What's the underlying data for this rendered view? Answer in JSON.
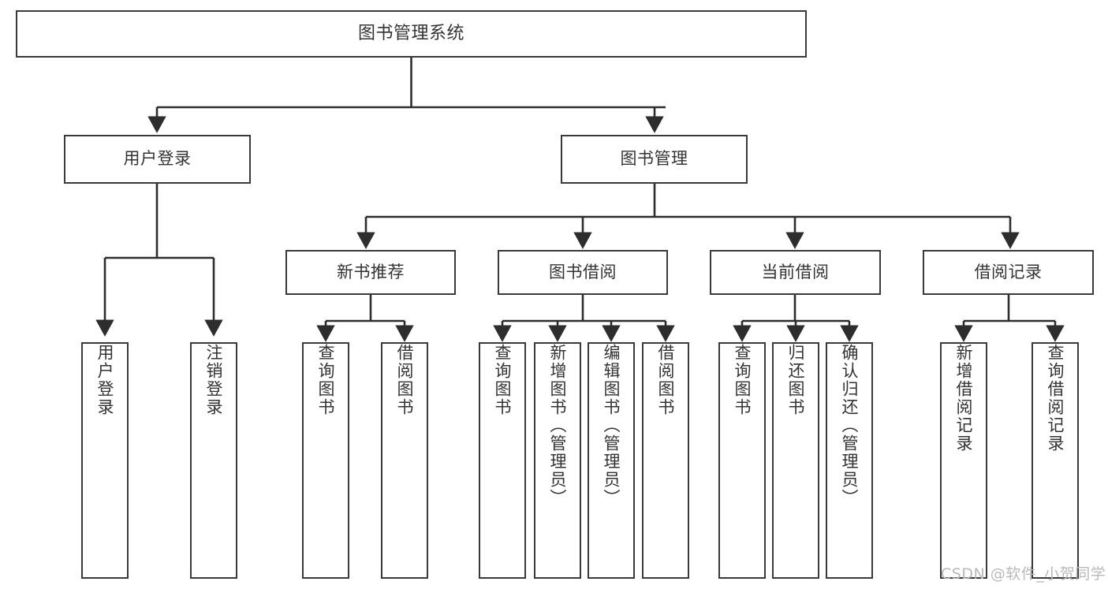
{
  "diagram": {
    "title": "图书管理系统",
    "type": "function-structure-tree",
    "nodes": {
      "root": {
        "label": "图书管理系统"
      },
      "level2": [
        {
          "id": "user-login",
          "label": "用户登录"
        },
        {
          "id": "book-manage",
          "label": "图书管理"
        }
      ],
      "level3": [
        {
          "id": "new-book-recommend",
          "label": "新书推荐"
        },
        {
          "id": "book-borrow",
          "label": "图书借阅"
        },
        {
          "id": "current-borrow",
          "label": "当前借阅"
        },
        {
          "id": "borrow-record",
          "label": "借阅记录"
        }
      ],
      "leaves": {
        "user-login": [
          {
            "id": "leaf-user-login",
            "label": "用户登录"
          },
          {
            "id": "leaf-logout-login",
            "label": "注销登录"
          }
        ],
        "new-book-recommend": [
          {
            "id": "leaf-query-book-1",
            "label": "查询图书"
          },
          {
            "id": "leaf-borrow-book-1",
            "label": "借阅图书"
          }
        ],
        "book-borrow": [
          {
            "id": "leaf-query-book-2",
            "label": "查询图书"
          },
          {
            "id": "leaf-add-book",
            "label": "新增图书（管理员）"
          },
          {
            "id": "leaf-edit-book",
            "label": "编辑图书（管理员）"
          },
          {
            "id": "leaf-borrow-book-2",
            "label": "借阅图书"
          }
        ],
        "current-borrow": [
          {
            "id": "leaf-query-book-3",
            "label": "查询图书"
          },
          {
            "id": "leaf-return-book",
            "label": "归还图书"
          },
          {
            "id": "leaf-confirm-return",
            "label": "确认归还（管理员）"
          }
        ],
        "borrow-record": [
          {
            "id": "leaf-add-record",
            "label": "新增借阅记录"
          },
          {
            "id": "leaf-query-record",
            "label": "查询借阅记录"
          }
        ]
      }
    },
    "colors": {
      "stroke": "#3a3a3a",
      "text": "#333333",
      "background": "#ffffff",
      "watermark": "#b9b9b9"
    }
  },
  "watermark": {
    "text": "CSDN @软件_小贺同学"
  }
}
